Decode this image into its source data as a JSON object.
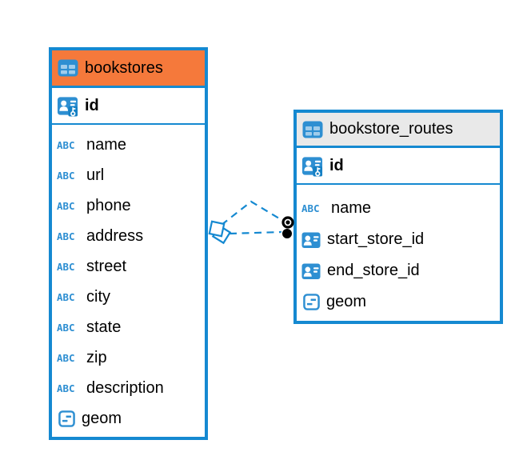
{
  "diagram": {
    "kind": "entity-relationship",
    "tables": [
      {
        "name": "bookstores",
        "header_color": "#f5793b",
        "primary_key": "id",
        "columns": [
          "name",
          "url",
          "phone",
          "address",
          "street",
          "city",
          "state",
          "zip",
          "description",
          "geom"
        ],
        "column_types": [
          "text",
          "text",
          "text",
          "text",
          "text",
          "text",
          "text",
          "text",
          "text",
          "geometry"
        ]
      },
      {
        "name": "bookstore_routes",
        "header_color": "#e9e9e9",
        "primary_key": "id",
        "columns": [
          "name",
          "start_store_id",
          "end_store_id",
          "geom"
        ],
        "column_types": [
          "text",
          "foreign-key",
          "foreign-key",
          "geometry"
        ]
      }
    ],
    "relationships": [
      {
        "style": "dashed",
        "source_marker": "diamond",
        "target_marker": "dot"
      },
      {
        "style": "dashed",
        "source_marker": "diamond",
        "target_marker": "dot"
      }
    ],
    "colors": {
      "accent_blue": "#1589d1",
      "icon_blue": "#2e8fd2",
      "bookstores_header": "#f5793b",
      "routes_header": "#e9e9e9",
      "connector": "#1589d1",
      "endpoint_dot": "#000000",
      "text": "#000000"
    },
    "icons": {
      "text_type_glyph": "ABC"
    }
  }
}
